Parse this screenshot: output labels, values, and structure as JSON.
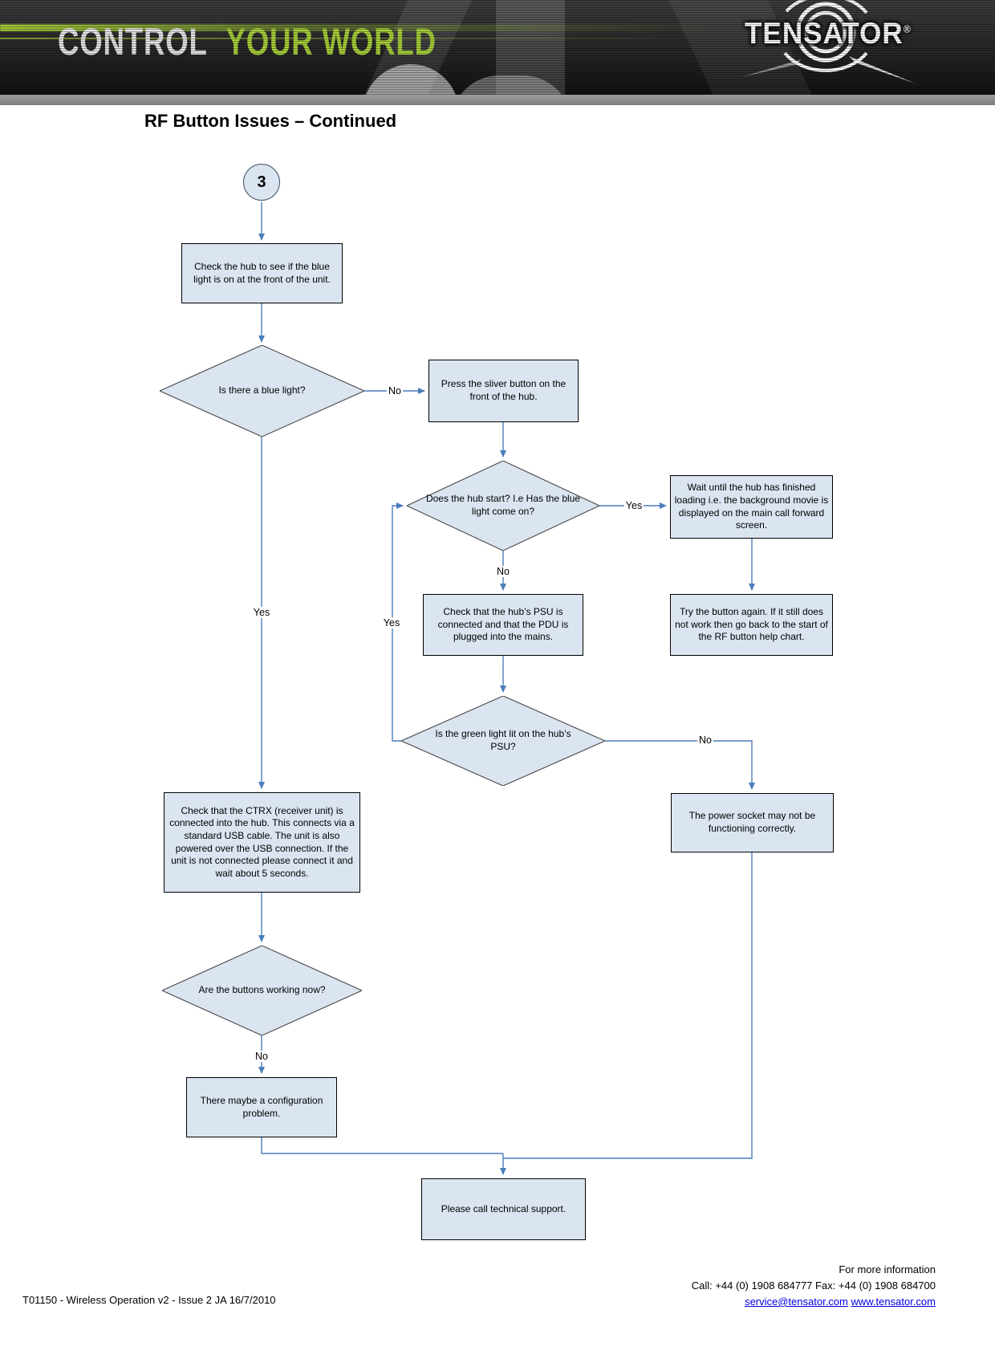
{
  "colors": {
    "line": "#4a7ebb",
    "fill": "#dbe5f1",
    "green": "#a6ce39",
    "link": "#0000e0"
  },
  "header": {
    "tagline_control": "CONTROL",
    "tagline_your_world": "YOUR WORLD",
    "logo_text": "TENSATOR",
    "logo_reg": "®"
  },
  "page": {
    "title": "RF Button Issues – Continued"
  },
  "flowchart": {
    "start_label": "3",
    "box_check_hub": "Check the hub to see if the blue light is on at the front of the unit.",
    "d_blue_light": "Is there a blue light?",
    "box_press_sliver": "Press the sliver button on the front of the hub.",
    "d_hub_start": "Does the hub start? I.e Has the blue light come on?",
    "box_wait": "Wait until the hub has finished loading i.e. the background movie is displayed on the main call forward screen.",
    "box_try_again": "Try the button again.  If it still does not work then go back to the start of the RF button help chart.",
    "box_psu": "Check that the hub’s PSU is connected and that the PDU is plugged into the mains.",
    "d_green_light": "Is the green light lit on the hub’s PSU?",
    "box_power_socket": "The power socket may not be functioning correctly.",
    "box_ctrx": "Check that the CTRX (receiver unit) is connected into the hub.  This connects via a standard USB cable.  The unit is also powered over the USB connection.  If the unit is not connected please connect it and wait about 5 seconds.",
    "d_buttons_working": "Are the buttons working now?",
    "box_config": "There maybe a configuration problem.",
    "box_call_support": "Please call technical support.",
    "labels": {
      "no_blue_light": "No",
      "yes_blue_light": "Yes",
      "yes_hub_start": "Yes",
      "no_hub_start": "No",
      "yes_green_light": "Yes",
      "no_green_light": "No",
      "no_buttons_working": "No"
    }
  },
  "footer": {
    "doc_id": "T01150 - Wireless Operation v2 - Issue 2 JA 16/7/2010",
    "info_title": "For more information",
    "contact_line": "Call: +44 (0) 1908 684777 Fax: +44 (0) 1908 684700",
    "email": "service@tensator.com",
    "website": "www.tensator.com"
  }
}
